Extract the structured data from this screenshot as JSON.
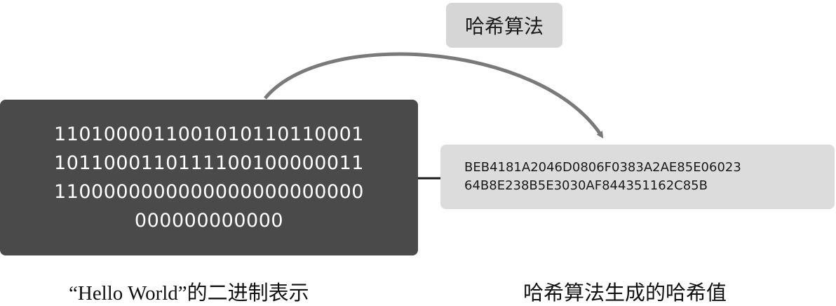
{
  "algorithm_label": "哈希算法",
  "binary_lines": [
    "1101000011001010110110001",
    "1011000110111100100000011",
    "1100000000000000000000000",
    "000000000000"
  ],
  "hash_lines": [
    "BEB4181A2046D0806F0383A2AE85E06023",
    "64B8E238B5E3030AF844351162C85B"
  ],
  "captions": {
    "left": "“Hello World”的二进制表示",
    "right": "哈希算法生成的哈希值"
  },
  "colors": {
    "binary_box": "#4a4a4a",
    "hash_box": "#dcdcdc",
    "label_box": "#d6d6d6",
    "arrow": "#7a7a7a"
  }
}
